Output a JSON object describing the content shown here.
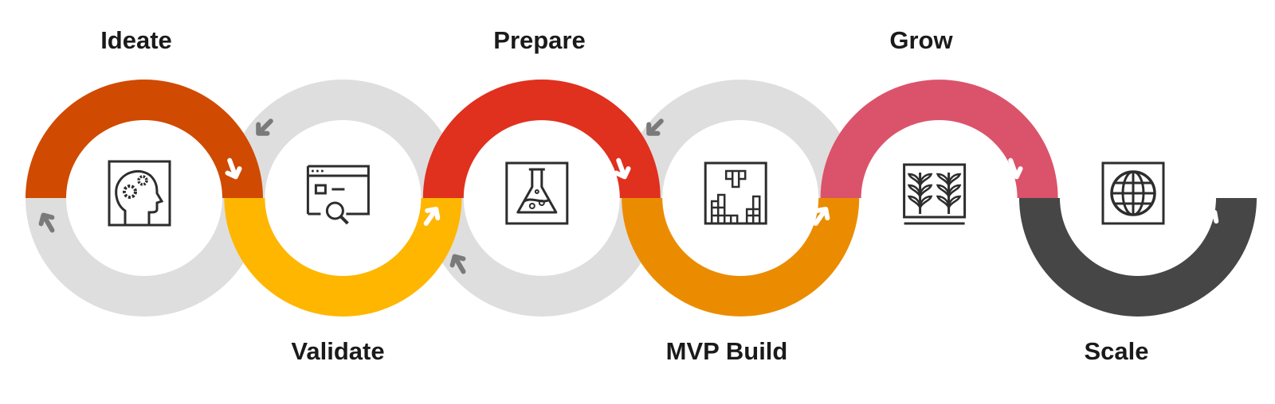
{
  "stages": [
    {
      "label": "Ideate",
      "ring": "top",
      "color": "#D04A02",
      "icon": "head-gears-icon"
    },
    {
      "label": "Validate",
      "ring": "bottom",
      "color": "#FFB600",
      "icon": "browser-search-icon"
    },
    {
      "label": "Prepare",
      "ring": "top",
      "color": "#E0301E",
      "icon": "flask-icon"
    },
    {
      "label": "MVP Build",
      "ring": "bottom",
      "color": "#EB8C00",
      "icon": "blocks-icon"
    },
    {
      "label": "Grow",
      "ring": "top",
      "color": "#DB536A",
      "icon": "plants-icon"
    },
    {
      "label": "Scale",
      "ring": "bottom",
      "color": "#464646",
      "icon": "globe-icon"
    }
  ],
  "colors": {
    "gray_ring": "#DEDEDE",
    "gray_arrow": "#7A7A7A",
    "icon_stroke": "#2d2d2d"
  }
}
